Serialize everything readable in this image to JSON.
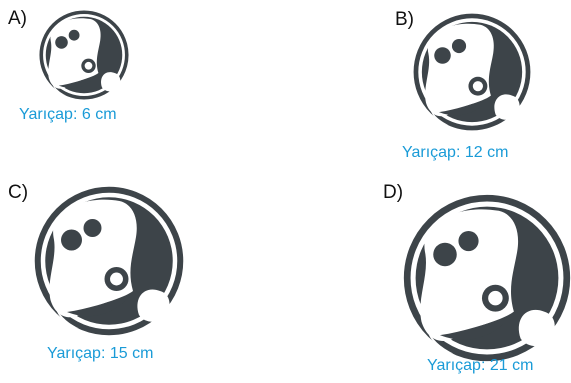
{
  "options": [
    {
      "letter": "A)",
      "radius_label": "Yarıçap: 6 cm"
    },
    {
      "letter": "B)",
      "radius_label": "Yarıçap: 12 cm"
    },
    {
      "letter": "C)",
      "radius_label": "Yarıçap: 15 cm"
    },
    {
      "letter": "D)",
      "radius_label": "Yarıçap: 21 cm"
    }
  ],
  "colors": {
    "disc": "#3d4449",
    "label": "#1a9bd7",
    "letter": "#111111"
  },
  "icon": "moon-face-disc-icon"
}
